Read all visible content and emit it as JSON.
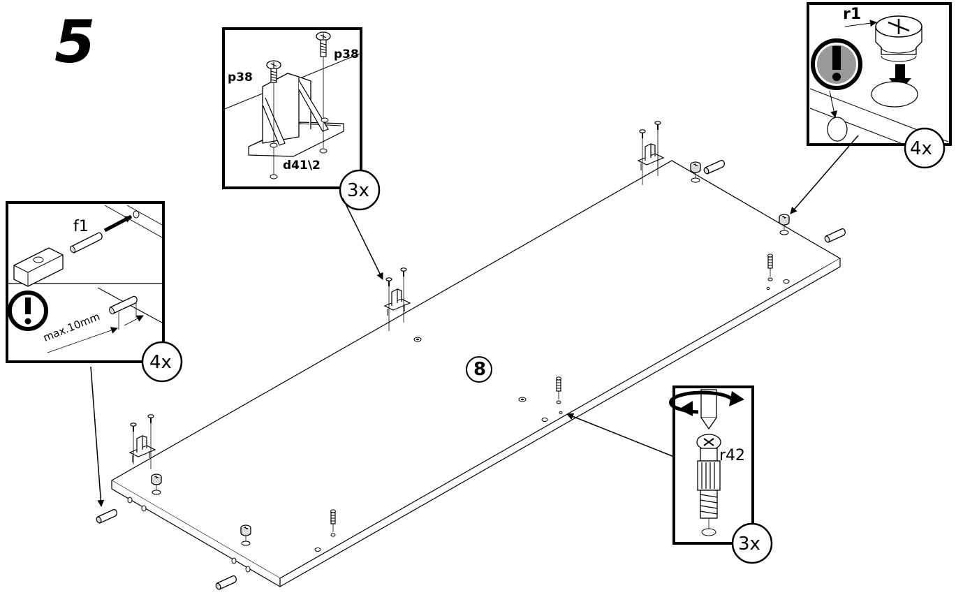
{
  "step_number": "5",
  "panel_number": "8",
  "callouts": {
    "bracket": {
      "part_a": "p38",
      "part_b": "p38",
      "part_c": "d41\\2",
      "quantity": "3x"
    },
    "dowel": {
      "part": "f1",
      "max_label": "max.10mm",
      "quantity": "4x"
    },
    "cam": {
      "part": "r1",
      "quantity": "4x"
    },
    "cam_bolt": {
      "part": "r42",
      "quantity": "3x"
    }
  },
  "icons": {
    "warning": "exclamation-warning-icon"
  }
}
